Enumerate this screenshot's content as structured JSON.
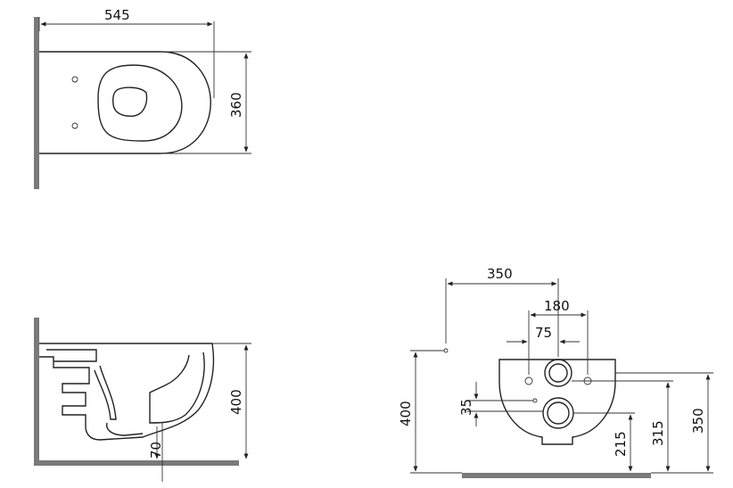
{
  "dimensions": {
    "top_width": "545",
    "top_depth": "360",
    "side_height": "400",
    "side_outlet": "70",
    "front_center_offset": "350",
    "front_bolt_spacing": "180",
    "front_half_spacing": "75",
    "front_hole_offset": "35",
    "front_height": "400",
    "front_outlet_height": "215",
    "front_inlet_height": "315",
    "front_bolt_height": "350"
  }
}
